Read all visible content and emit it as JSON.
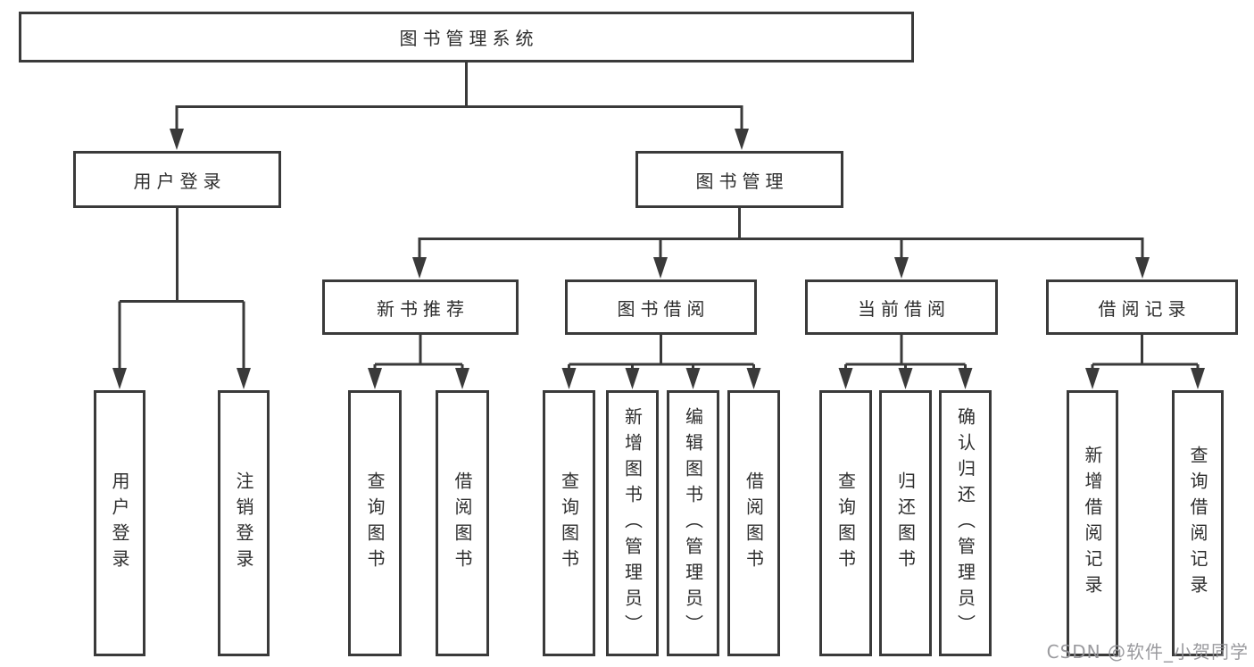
{
  "root": {
    "label": "图书管理系统"
  },
  "level2": {
    "user_login": {
      "label": "用户登录"
    },
    "book_mgmt": {
      "label": "图书管理"
    }
  },
  "level3": {
    "new_books": {
      "label": "新书推荐"
    },
    "book_borrow": {
      "label": "图书借阅"
    },
    "current_borrow": {
      "label": "当前借阅"
    },
    "borrow_records": {
      "label": "借阅记录"
    }
  },
  "leaves": {
    "user_login": {
      "label": "用户登录"
    },
    "logout": {
      "label": "注销登录"
    },
    "nb_query_books": {
      "label": "查询图书"
    },
    "nb_borrow_books": {
      "label": "借阅图书"
    },
    "bb_query_books": {
      "label": "查询图书"
    },
    "bb_add_books": {
      "label": "新增图书（管理员）"
    },
    "bb_edit_books": {
      "label": "编辑图书（管理员）"
    },
    "bb_borrow_books": {
      "label": "借阅图书"
    },
    "cb_query_books": {
      "label": "查询图书"
    },
    "cb_return_books": {
      "label": "归还图书"
    },
    "cb_confirm_return": {
      "label": "确认归还（管理员）"
    },
    "br_add_record": {
      "label": "新增借阅记录"
    },
    "br_query_record": {
      "label": "查询借阅记录"
    }
  },
  "watermark": {
    "text": "CSDN @软件_小贺同学"
  },
  "colors": {
    "line": "#3a3a3a",
    "text": "#2e2e2e",
    "background": "#ffffff",
    "watermark": "#919196"
  }
}
